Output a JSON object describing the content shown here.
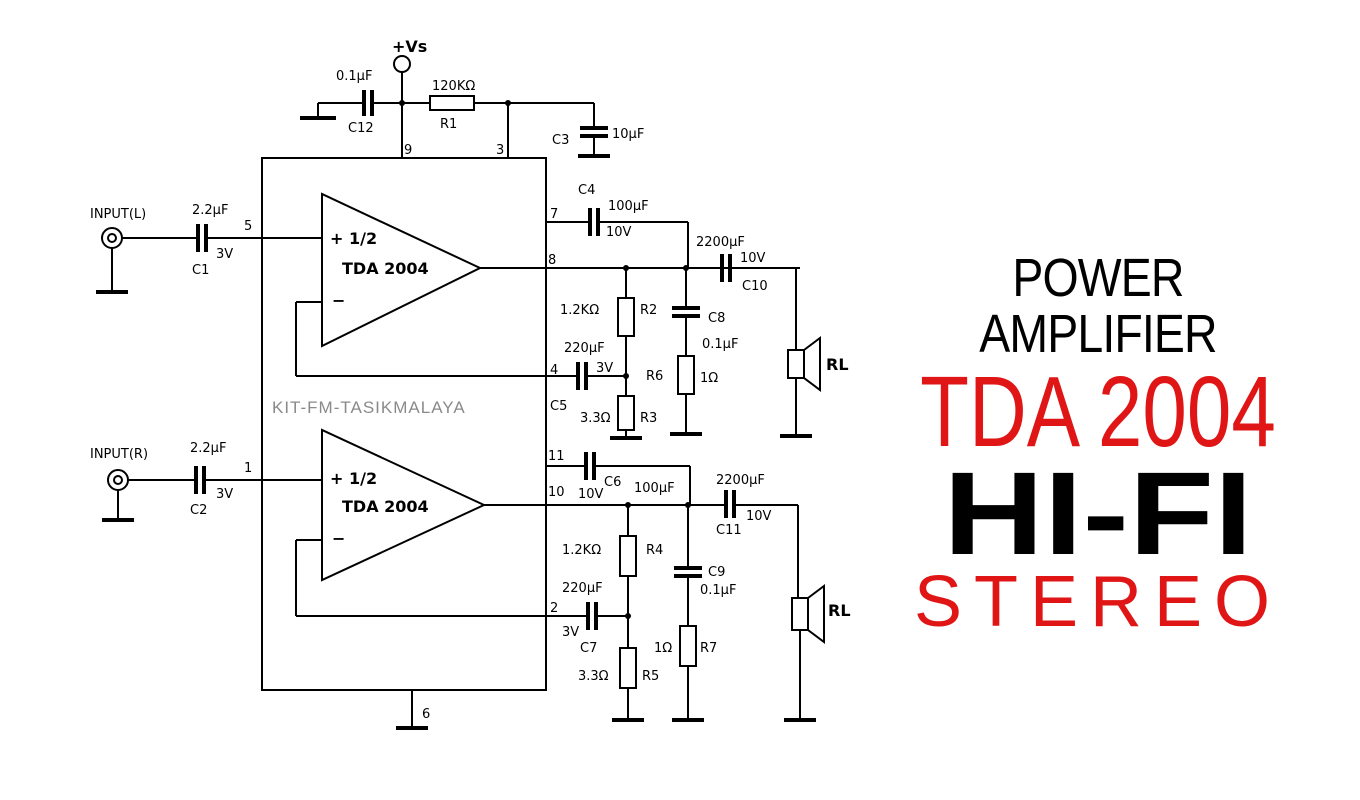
{
  "supply": {
    "label": "+Vs"
  },
  "top": {
    "c12_value": "0.1µF",
    "c12_name": "C12",
    "r1_value": "120KΩ",
    "r1_name": "R1",
    "c3_name": "C3",
    "c3_value": "10µF",
    "pin9": "9",
    "pin3": "3"
  },
  "left_channel": {
    "input": "INPUT(L)",
    "c1_value": "2.2µF",
    "c1_name": "C1",
    "c1_volt": "3V",
    "pin_in": "5",
    "amp_plus": "+ 1/2",
    "amp_name": "TDA 2004",
    "amp_minus": "−",
    "pin_out": "8",
    "pin_c4": "7",
    "c4_name": "C4",
    "c4_value": "100µF",
    "c4_volt": "10V",
    "c10_value": "2200µF",
    "c10_volt": "10V",
    "c10_name": "C10",
    "r2_value": "1.2KΩ",
    "r2_name": "R2",
    "c8_name": "C8",
    "c8_value": "0.1µF",
    "c5_value": "220µF",
    "c5_volt": "3V",
    "c5_name": "C5",
    "pin_fb": "4",
    "r6_name": "R6",
    "r6_value": "1Ω",
    "r3_value": "3.3Ω",
    "r3_name": "R3",
    "rl": "RL"
  },
  "right_channel": {
    "input": "INPUT(R)",
    "c2_value": "2.2µF",
    "c2_name": "C2",
    "c2_volt": "3V",
    "pin_in": "1",
    "amp_plus": "+ 1/2",
    "amp_name": "TDA 2004",
    "amp_minus": "−",
    "pin_c6": "11",
    "pin_out": "10",
    "c6_volt": "10V",
    "c6_name": "C6",
    "c6_value": "100µF",
    "c11_value": "2200µF",
    "c11_name": "C11",
    "c11_volt": "10V",
    "r4_value": "1.2KΩ",
    "r4_name": "R4",
    "c9_name": "C9",
    "c9_value": "0.1µF",
    "c7_value": "220µF",
    "c7_volt": "3V",
    "c7_name": "C7",
    "pin_fb": "2",
    "r7_value": "1Ω",
    "r7_name": "R7",
    "r5_value": "3.3Ω",
    "r5_name": "R5",
    "rl": "RL"
  },
  "ground_pin": "6",
  "watermark": "KIT-FM-TASIKMALAYA",
  "titles": {
    "line1": "POWER AMPLIFIER",
    "line2": "TDA 2004",
    "line3": "HI-FI",
    "line4": "STEREO"
  },
  "colors": {
    "accent_red": "#e01515",
    "ink": "#000000"
  }
}
